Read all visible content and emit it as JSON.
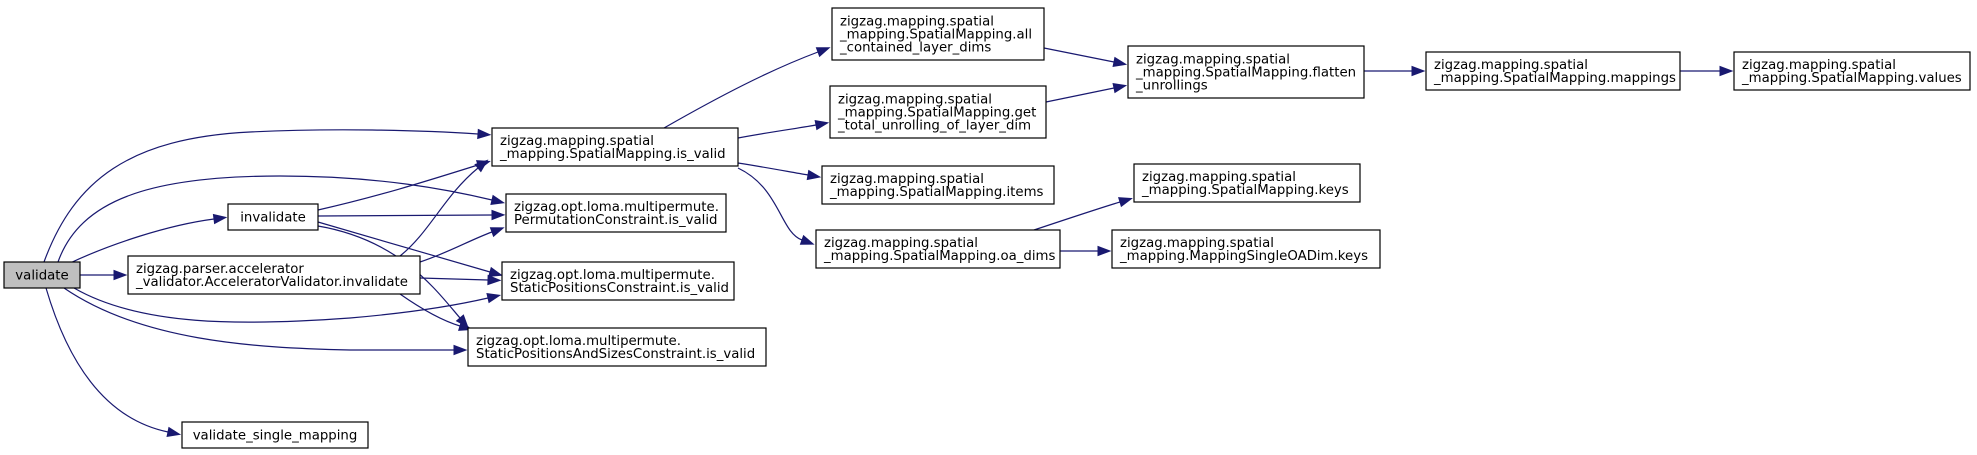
{
  "diagram": {
    "edge_color": "#191970",
    "root_fill": "#bfbfbf",
    "nodes": [
      {
        "id": "validate",
        "lines": [
          "validate"
        ],
        "root": true
      },
      {
        "id": "invalidate",
        "lines": [
          "invalidate"
        ]
      },
      {
        "id": "av_invalidate",
        "lines": [
          "zigzag.parser.accelerator",
          "_validator.AcceleratorValidator.invalidate"
        ]
      },
      {
        "id": "validate_single",
        "lines": [
          "validate_single_mapping"
        ]
      },
      {
        "id": "sm_is_valid",
        "lines": [
          "zigzag.mapping.spatial",
          "_mapping.SpatialMapping.is_valid"
        ]
      },
      {
        "id": "perm_is_valid",
        "lines": [
          "zigzag.opt.loma.multipermute.",
          "PermutationConstraint.is_valid"
        ]
      },
      {
        "id": "static_is_valid",
        "lines": [
          "zigzag.opt.loma.multipermute.",
          "StaticPositionsConstraint.is_valid"
        ]
      },
      {
        "id": "static_sizes_is_valid",
        "lines": [
          "zigzag.opt.loma.multipermute.",
          "StaticPositionsAndSizesConstraint.is_valid"
        ]
      },
      {
        "id": "all_contained",
        "lines": [
          "zigzag.mapping.spatial",
          "_mapping.SpatialMapping.all",
          "_contained_layer_dims"
        ]
      },
      {
        "id": "get_total",
        "lines": [
          "zigzag.mapping.spatial",
          "_mapping.SpatialMapping.get",
          "_total_unrolling_of_layer_dim"
        ]
      },
      {
        "id": "items",
        "lines": [
          "zigzag.mapping.spatial",
          "_mapping.SpatialMapping.items"
        ]
      },
      {
        "id": "oa_dims",
        "lines": [
          "zigzag.mapping.spatial",
          "_mapping.SpatialMapping.oa_dims"
        ]
      },
      {
        "id": "flatten",
        "lines": [
          "zigzag.mapping.spatial",
          "_mapping.SpatialMapping.flatten",
          "_unrollings"
        ]
      },
      {
        "id": "sm_keys",
        "lines": [
          "zigzag.mapping.spatial",
          "_mapping.SpatialMapping.keys"
        ]
      },
      {
        "id": "msoad_keys",
        "lines": [
          "zigzag.mapping.spatial",
          "_mapping.MappingSingleOADim.keys"
        ]
      },
      {
        "id": "mappings",
        "lines": [
          "zigzag.mapping.spatial",
          "_mapping.SpatialMapping.mappings"
        ]
      },
      {
        "id": "values",
        "lines": [
          "zigzag.mapping.spatial",
          "_mapping.SpatialMapping.values"
        ]
      }
    ],
    "edges": [
      [
        "validate",
        "invalidate"
      ],
      [
        "validate",
        "av_invalidate"
      ],
      [
        "validate",
        "validate_single"
      ],
      [
        "validate",
        "sm_is_valid"
      ],
      [
        "validate",
        "perm_is_valid"
      ],
      [
        "validate",
        "static_is_valid"
      ],
      [
        "validate",
        "static_sizes_is_valid"
      ],
      [
        "invalidate",
        "sm_is_valid"
      ],
      [
        "invalidate",
        "perm_is_valid"
      ],
      [
        "invalidate",
        "static_is_valid"
      ],
      [
        "invalidate",
        "static_sizes_is_valid"
      ],
      [
        "av_invalidate",
        "sm_is_valid"
      ],
      [
        "av_invalidate",
        "perm_is_valid"
      ],
      [
        "av_invalidate",
        "static_is_valid"
      ],
      [
        "av_invalidate",
        "static_sizes_is_valid"
      ],
      [
        "sm_is_valid",
        "all_contained"
      ],
      [
        "sm_is_valid",
        "get_total"
      ],
      [
        "sm_is_valid",
        "items"
      ],
      [
        "sm_is_valid",
        "oa_dims"
      ],
      [
        "all_contained",
        "flatten"
      ],
      [
        "get_total",
        "flatten"
      ],
      [
        "oa_dims",
        "sm_keys"
      ],
      [
        "oa_dims",
        "msoad_keys"
      ],
      [
        "flatten",
        "mappings"
      ],
      [
        "mappings",
        "values"
      ]
    ]
  }
}
